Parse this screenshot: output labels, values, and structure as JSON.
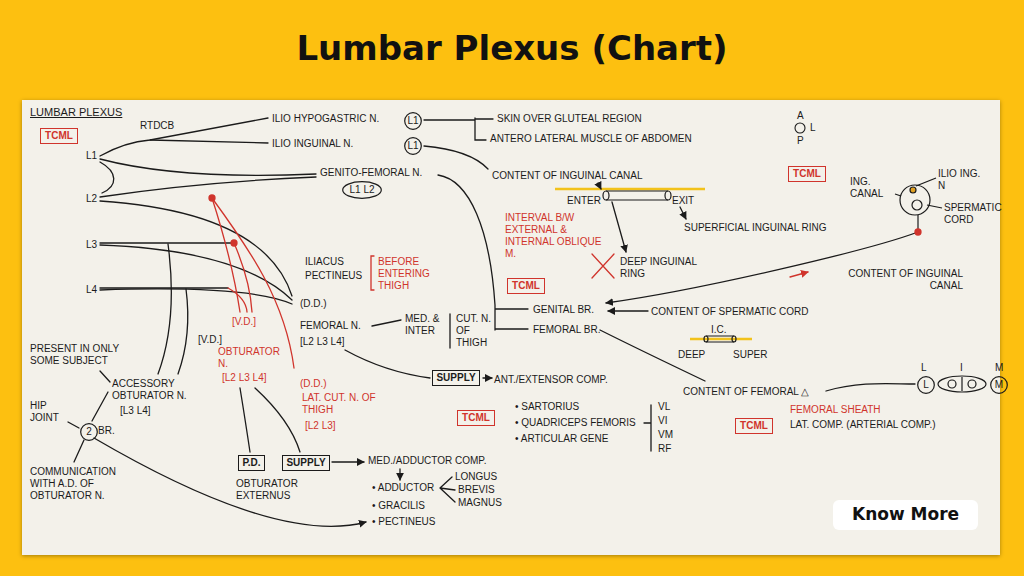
{
  "diagram": {
    "title": "Lumbar Plexus (Chart)",
    "nodes": [
      {
        "text": [
          "TCML"
        ]
      },
      {
        "text": [
          "L1"
        ]
      },
      {
        "text": [
          "L1"
        ]
      },
      {
        "text": [
          "L1 L2"
        ]
      },
      {
        "text": [
          "TCML"
        ]
      },
      {
        "text": [
          "TCML"
        ]
      },
      {
        "text": [
          "SUPPLY"
        ]
      },
      {
        "text": [
          "TCML"
        ]
      },
      {
        "text": [
          "TCML"
        ]
      },
      {
        "text": [
          "L"
        ]
      },
      {
        "text": [
          "M"
        ]
      },
      {
        "text": [
          "2"
        ]
      },
      {
        "text": [
          "P.D."
        ]
      },
      {
        "text": [
          "SUPPLY"
        ]
      },
      {
        "text": [
          "Know More"
        ]
      }
    ],
    "labels": [
      "LUMBAR PLEXUS",
      "RTDCB",
      "L1",
      "L2",
      "L3",
      "L4",
      "ILIO HYPOGASTRIC N.",
      "ILIO INGUINAL N.",
      "SKIN OVER GLUTEAL REGION",
      "ANTERO LATERAL MUSCLE OF ABDOMEN",
      "GENITO-FEMORAL N.",
      "CONTENT OF INGUINAL CANAL",
      "ENTER",
      "EXIT",
      "INTERVAL B/W EXTERNAL & INTERNAL OBLIQUE M.",
      "SUPERFICIAL INGUINAL RING",
      "DEEP INGUINAL RING",
      "A",
      "L",
      "P",
      "ING. CANAL",
      "ILIO ING. N",
      "SPERMATIC CORD",
      "CONTENT OF INGUINAL CANAL",
      "GENITAL BR.",
      "CONTENT OF SPERMATIC CORD",
      "FEMORAL BR.",
      "I.C.",
      "DEEP",
      "SUPER",
      "CONTENT OF FEMORAL △",
      "FEMORAL SHEATH",
      "LAT. COMP. (ARTERIAL COMP.)",
      "L",
      "I",
      "M",
      "ILIACUS",
      "PECTINEUS",
      "BEFORE ENTERING THIGH",
      "(D.D.)",
      "FEMORAL N.",
      "[L2 L3 L4]",
      "MED. & INTER",
      "CUT. N. OF THIGH",
      "ANT./EXTENSOR COMP.",
      "• SARTORIUS",
      "• QUADRICEPS FEMORIS",
      "• ARTICULAR GENE",
      "VL",
      "VI",
      "VM",
      "RF",
      "(D.D.)",
      "LAT. CUT. N. OF THIGH",
      "[L2 L3]",
      "[V.D.]",
      "OBTURATOR N.",
      "[L2 L3 L4]",
      "[V.D.]",
      "PRESENT IN ONLY SOME SUBJECT",
      "ACCESSORY OBTURATOR N.",
      "[L3 L4]",
      "HIP JOINT",
      "BR.",
      "COMMUNICATION WITH A.D. OF OBTURATOR N.",
      "MED./ADDUCTOR COMP.",
      "• ADDUCTOR",
      "LONGUS",
      "BREVIS",
      "MAGNUS",
      "• GRACILIS",
      "• PECTINEUS",
      "OBTURATOR EXTERNUS"
    ]
  }
}
